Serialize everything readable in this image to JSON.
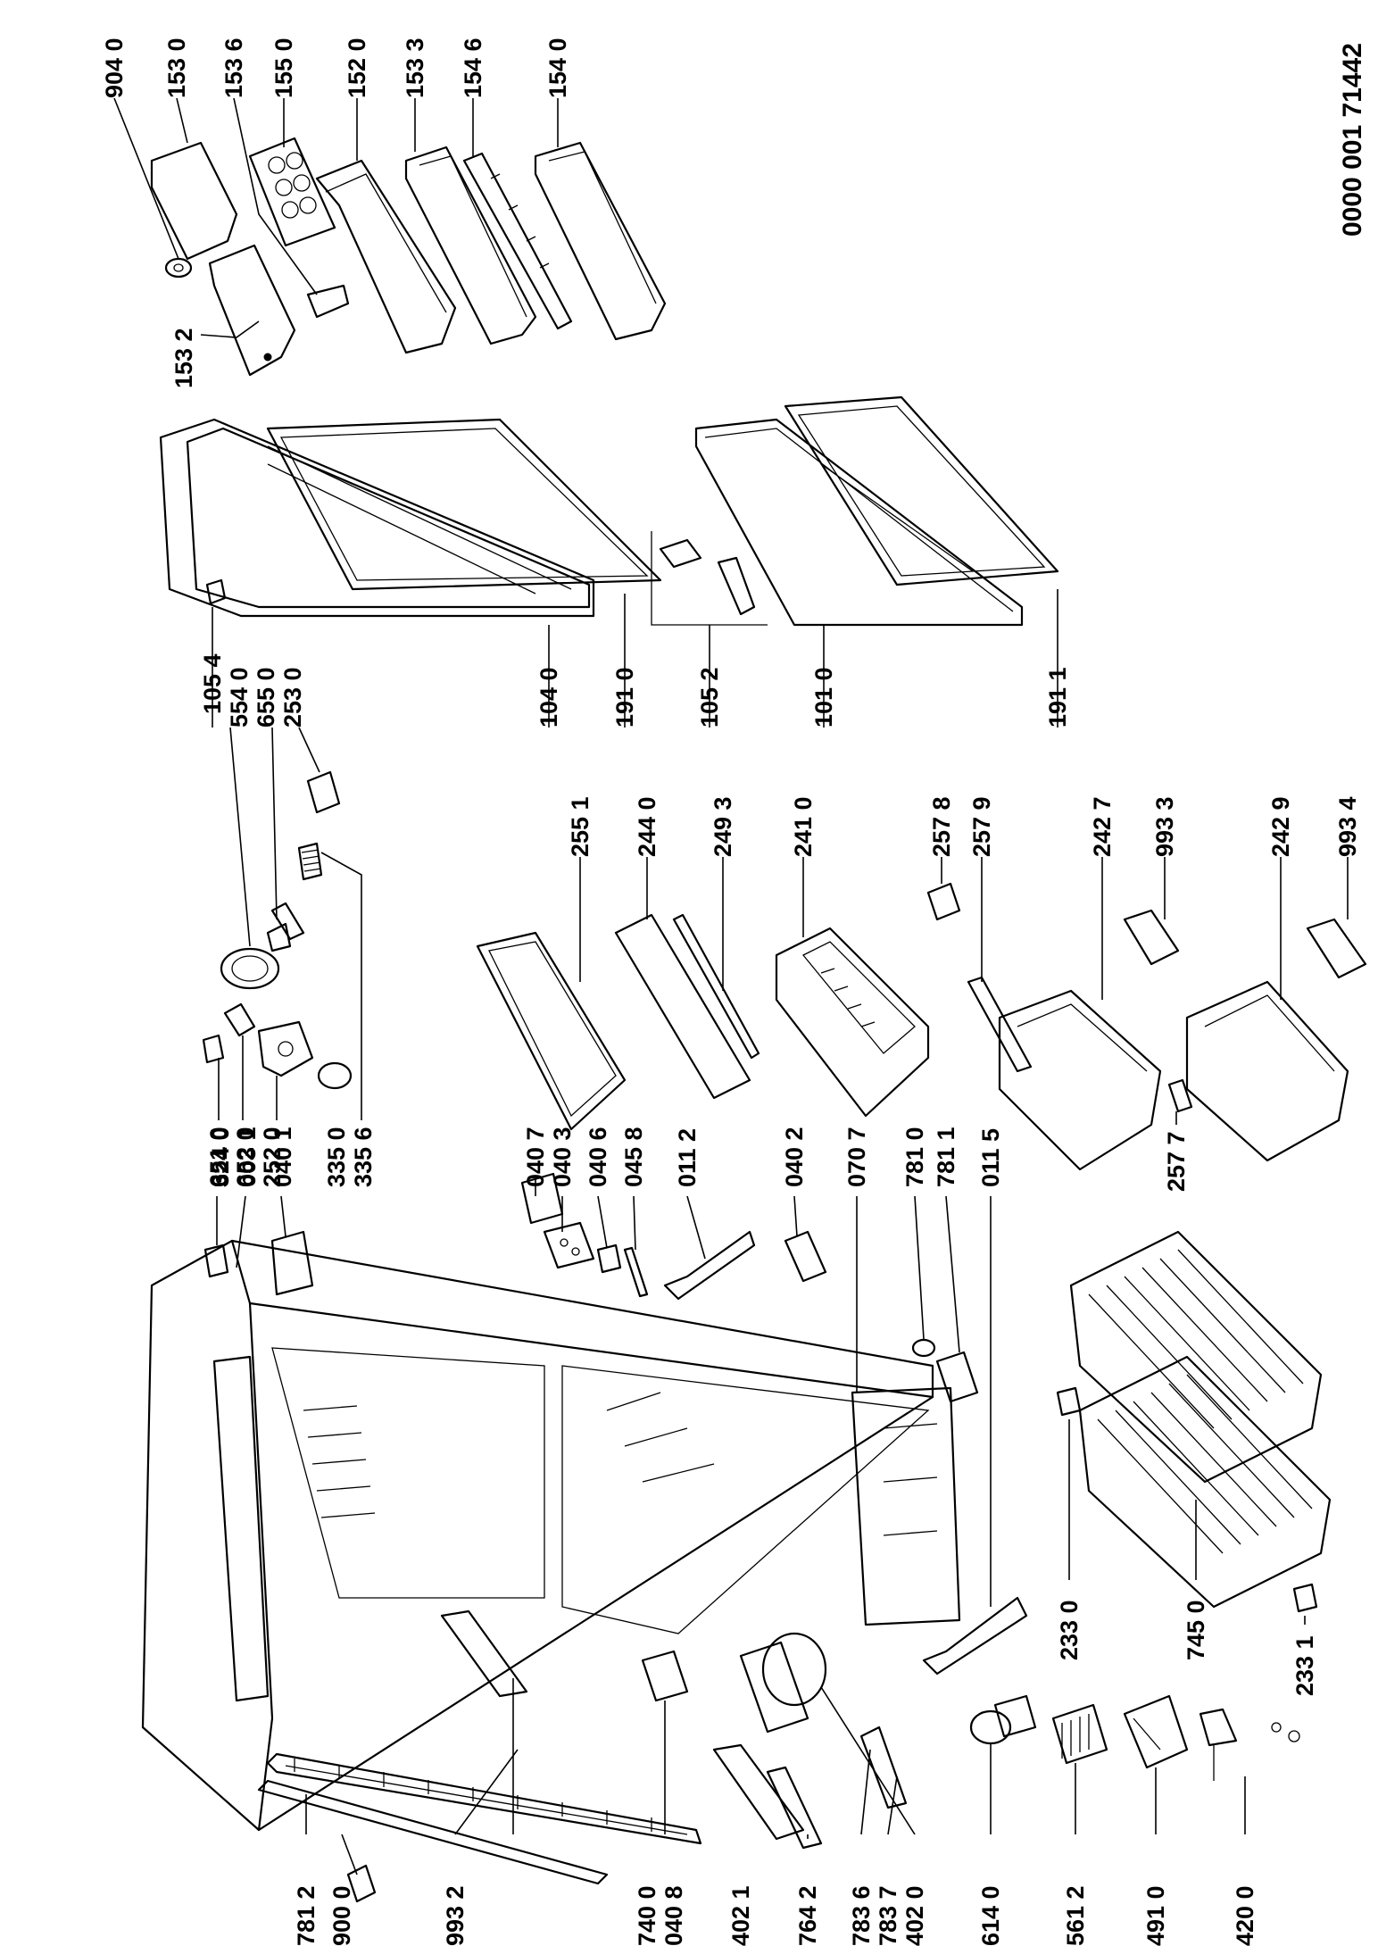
{
  "document_code": "0000 001 71442",
  "labels": {
    "l9040": "904 0",
    "l1530": "153 0",
    "l1536": "153 6",
    "l1550": "155 0",
    "l1520": "152 0",
    "l1533": "153 3",
    "l1546": "154 6",
    "l1540": "154 0",
    "l1532": "153 2",
    "l1054": "105 4",
    "l5540": "554 0",
    "l6550": "655 0",
    "l2530": "253 0",
    "l1040": "104 0",
    "l1910": "191 0",
    "l1052": "105 2",
    "l1010": "101 0",
    "l1911": "191 1",
    "l6510": "651 0",
    "l6520": "652 0",
    "l2520": "252 0",
    "l3350": "335 0",
    "l3356": "335 6",
    "l2551": "255 1",
    "l2440": "244 0",
    "l2493": "249 3",
    "l2410": "241 0",
    "l2578": "257 8",
    "l2579": "257 9",
    "l2427": "242 7",
    "l9933": "993 3",
    "l2429": "242 9",
    "l9934": "993 4",
    "l2577": "257 7",
    "l3240": "324 0",
    "l0031": "003 1",
    "l0401": "040 1",
    "l0407": "040 7",
    "l0403": "040 3",
    "l0406": "040 6",
    "l0458": "045 8",
    "l0112": "011 2",
    "l0402": "040 2",
    "l0707": "070 7",
    "l7810": "781 0",
    "l7811": "781 1",
    "l0115": "011 5",
    "l2330": "233 0",
    "l7450": "745 0",
    "l2331": "233 1",
    "l7812": "781 2",
    "l9000": "900 0",
    "l9932": "993 2",
    "l7400": "740 0",
    "l0408": "040 8",
    "l4021": "402 1",
    "l7642": "764 2",
    "l7836": "783 6",
    "l7837": "783 7",
    "l4020": "402 0",
    "l6140": "614 0",
    "l5612": "561 2",
    "l4910": "491 0",
    "l4200": "420 0"
  }
}
